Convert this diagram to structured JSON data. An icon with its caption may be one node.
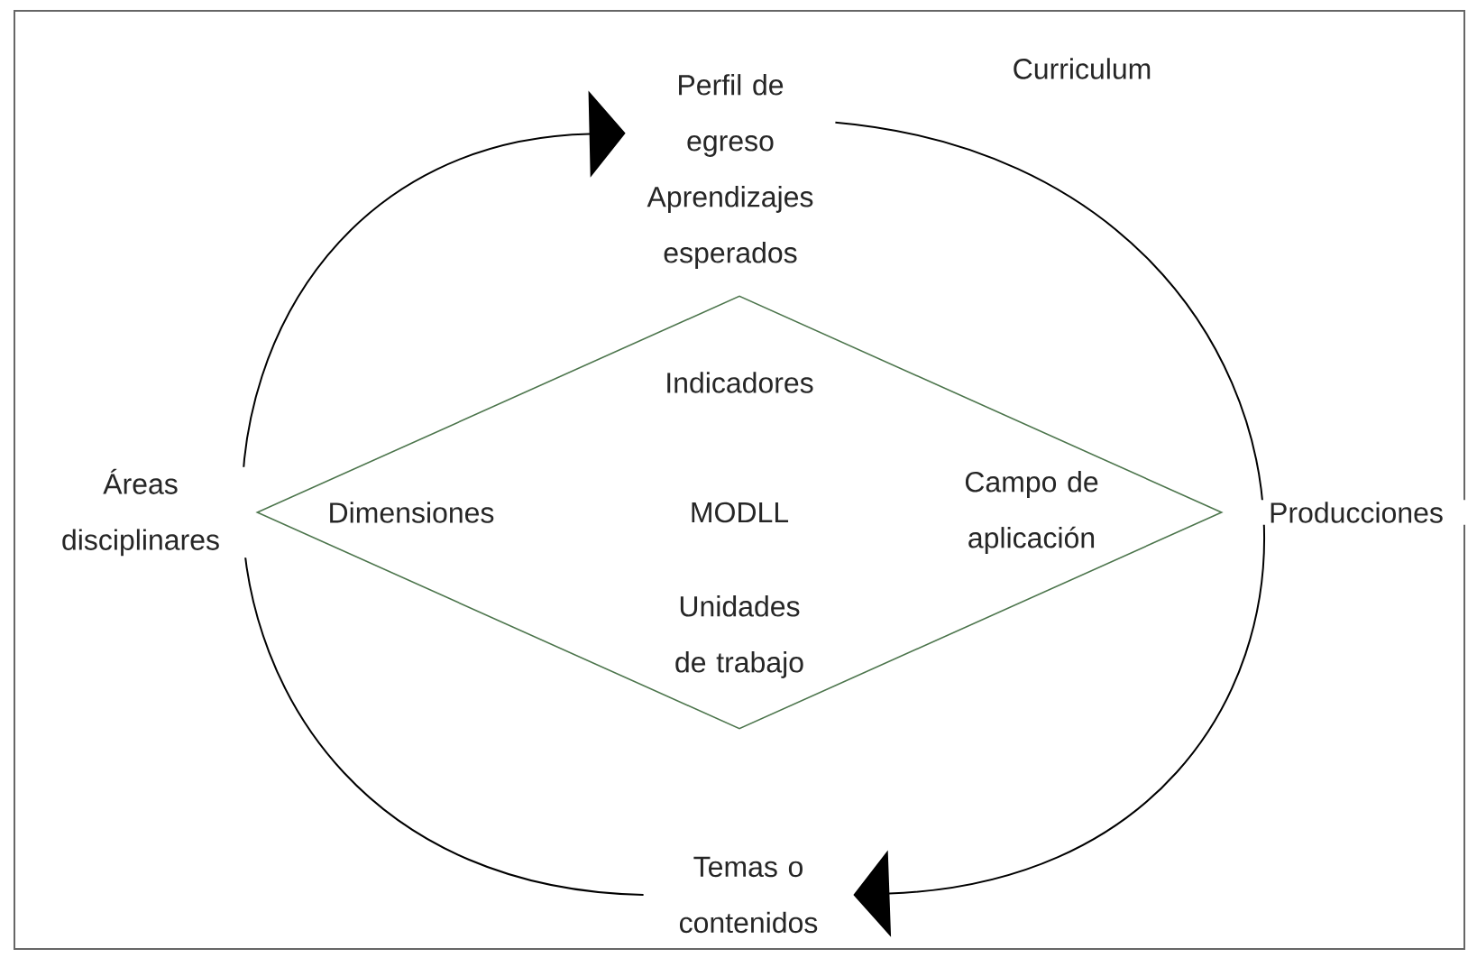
{
  "diagram": {
    "nodes": [
      {
        "text": [
          "Perfil de egreso",
          "Aprendizajes esperados"
        ]
      },
      {
        "text": [
          "Indicadores",
          "Dimensiones",
          "MODLL",
          "Campo de aplicación",
          "Unidades de trabajo"
        ]
      },
      {
        "text": [
          "Temas o contenidos"
        ]
      }
    ],
    "edges": [
      {
        "from": 0,
        "to": 2,
        "arrow": "to",
        "label": "Producciones"
      },
      {
        "from": 2,
        "to": 0,
        "arrow": "to",
        "label": "Áreas disciplinares"
      }
    ],
    "labels": [
      "Curriculum"
    ]
  }
}
